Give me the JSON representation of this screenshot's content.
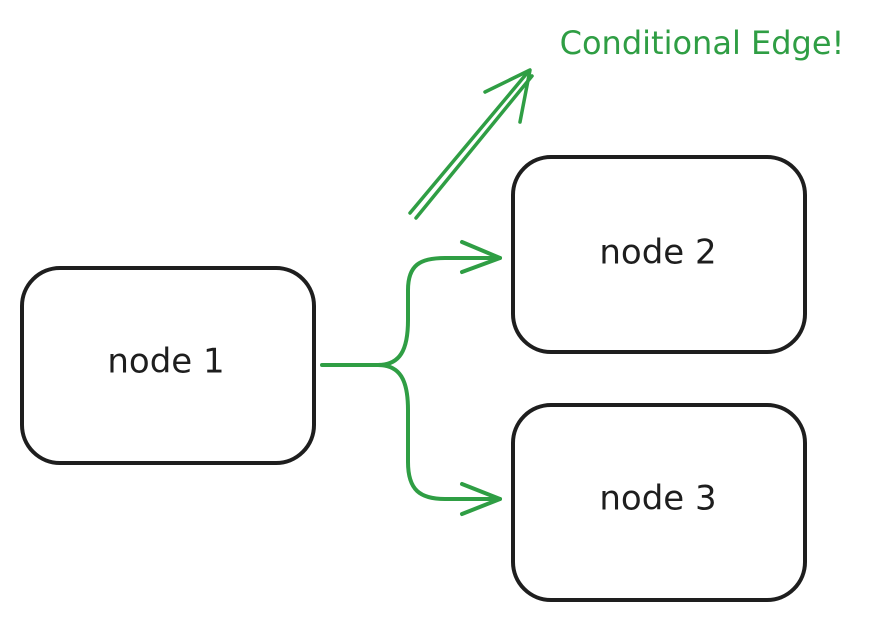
{
  "colors": {
    "node_stroke": "#1e1e1e",
    "edge": "#2f9e44",
    "background": "#ffffff"
  },
  "nodes": [
    {
      "id": "node1",
      "label": "node 1"
    },
    {
      "id": "node2",
      "label": "node 2"
    },
    {
      "id": "node3",
      "label": "node 3"
    }
  ],
  "edges": [
    {
      "from": "node1",
      "to": "node2"
    },
    {
      "from": "node1",
      "to": "node3"
    }
  ],
  "annotation": {
    "label": "Conditional Edge!"
  }
}
